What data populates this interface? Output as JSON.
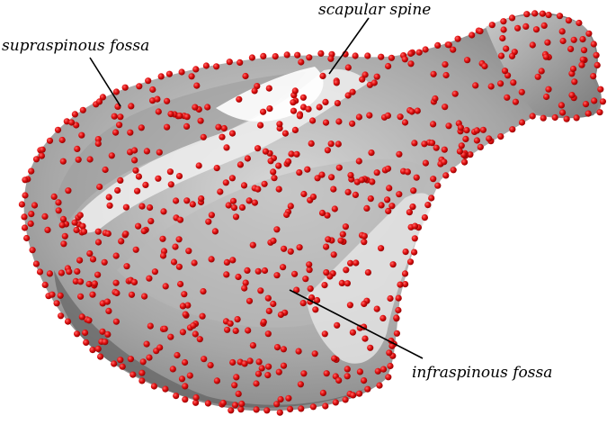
{
  "labels": {
    "scapular_spine": "scapular spine",
    "supraspinous_fossa": "supraspinous fossa",
    "infraspinous_fossa": "infraspinous fossa"
  },
  "colors": {
    "surface_light": "#f4f4f4",
    "surface_mid": "#a9a9a9",
    "surface_dark": "#5f5f5f",
    "landmark_dot": "#e01010",
    "label_text": "#000000"
  },
  "icons": {
    "landmark": "red-sphere-dot"
  }
}
